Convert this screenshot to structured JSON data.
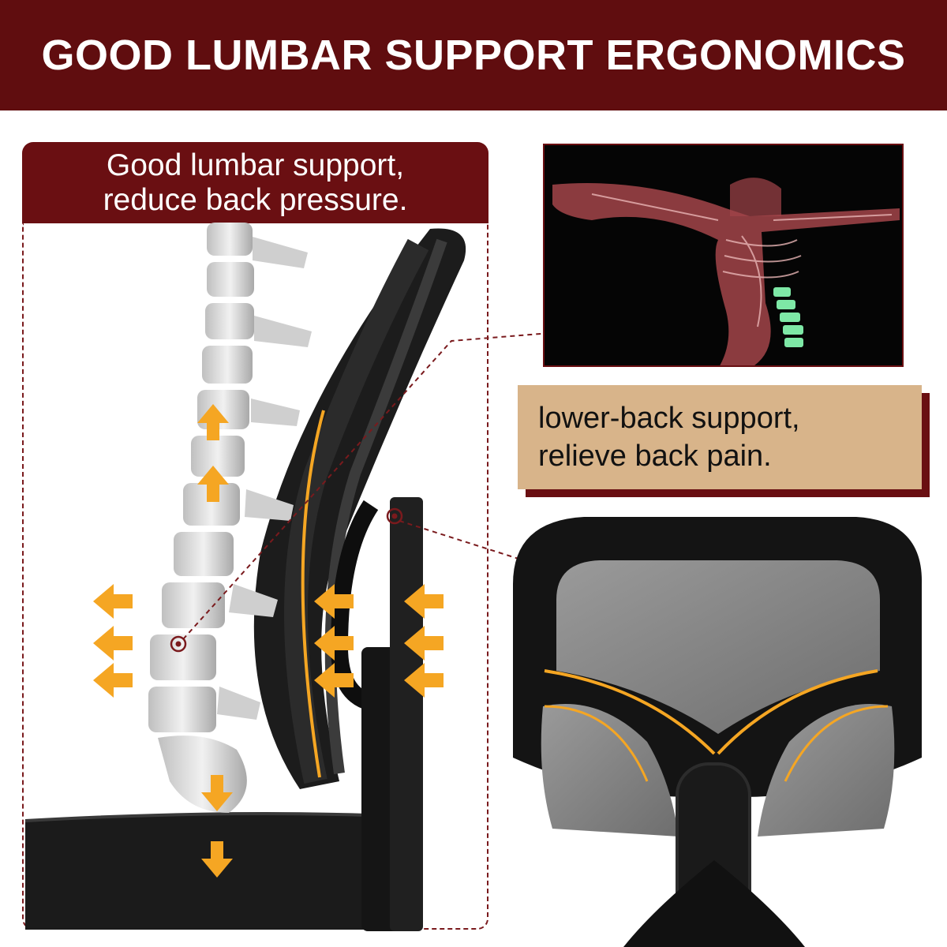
{
  "banner": {
    "title": "GOOD LUMBAR SUPPORT ERGONOMICS"
  },
  "left_panel": {
    "line1": "Good lumbar support,",
    "line2": "reduce back pressure."
  },
  "callout": {
    "line1": "lower-back support,",
    "line2": "relieve back pain."
  },
  "colors": {
    "brand": "#600d0f",
    "callout_bg": "#d8b48a",
    "accent": "#f5a623",
    "chair": "#1a1a1a",
    "mesh": "#8a8a8a"
  }
}
